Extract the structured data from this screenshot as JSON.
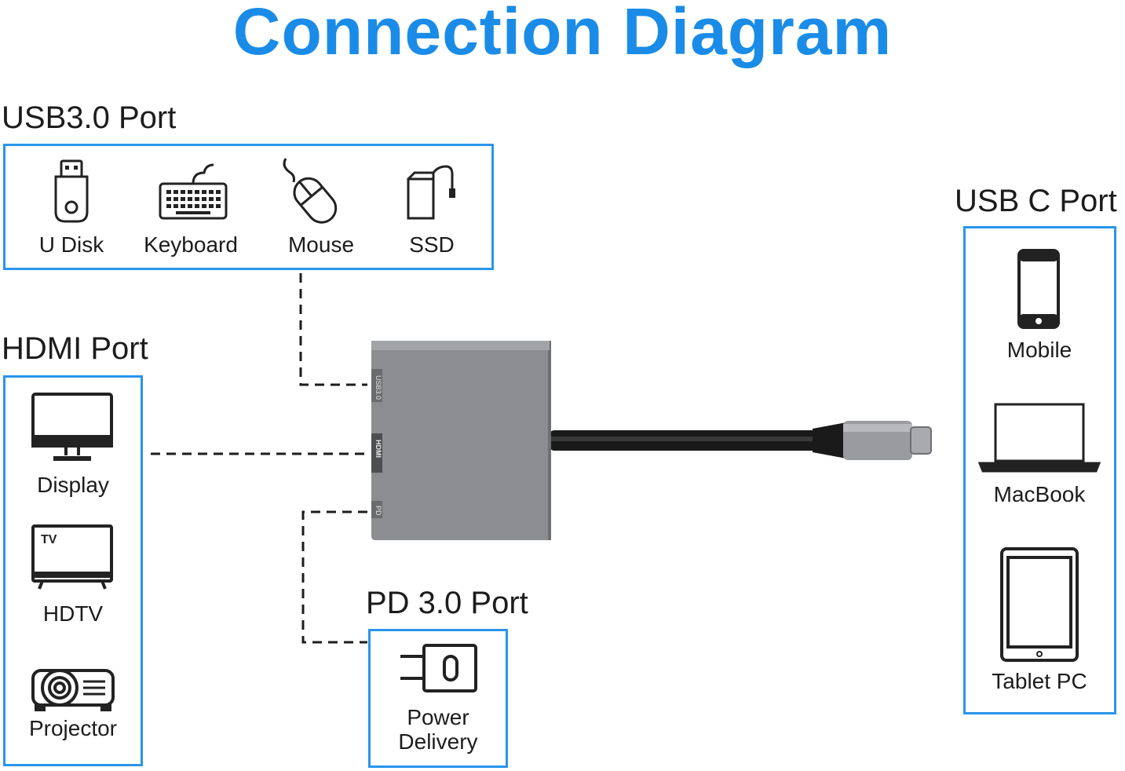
{
  "title": "Connection Diagram",
  "colors": {
    "accent": "#1a8ce8",
    "box_border": "#2a95ea",
    "hub_body": "#8e8f93",
    "cable": "#1a1a1a"
  },
  "usb3": {
    "label": "USB3.0 Port",
    "items": [
      {
        "label": "U Disk",
        "icon": "usb-drive-icon"
      },
      {
        "label": "Keyboard",
        "icon": "keyboard-icon"
      },
      {
        "label": "Mouse",
        "icon": "mouse-icon"
      },
      {
        "label": "SSD",
        "icon": "ssd-icon"
      }
    ]
  },
  "hdmi": {
    "label": "HDMI Port",
    "items": [
      {
        "label": "Display",
        "icon": "monitor-icon"
      },
      {
        "label": "HDTV",
        "icon": "tv-icon"
      },
      {
        "label": "Projector",
        "icon": "projector-icon"
      }
    ]
  },
  "pd": {
    "label": "PD 3.0 Port",
    "items": [
      {
        "label": "Power\nDelivery",
        "icon": "power-plug-icon"
      }
    ]
  },
  "usbc": {
    "label": "USB C Port",
    "items": [
      {
        "label": "Mobile",
        "icon": "phone-icon"
      },
      {
        "label": "MacBook",
        "icon": "laptop-icon"
      },
      {
        "label": "Tablet PC",
        "icon": "tablet-icon"
      }
    ]
  },
  "hub": {
    "port_labels": [
      "USB3.0",
      "HDMI",
      "PD"
    ]
  }
}
